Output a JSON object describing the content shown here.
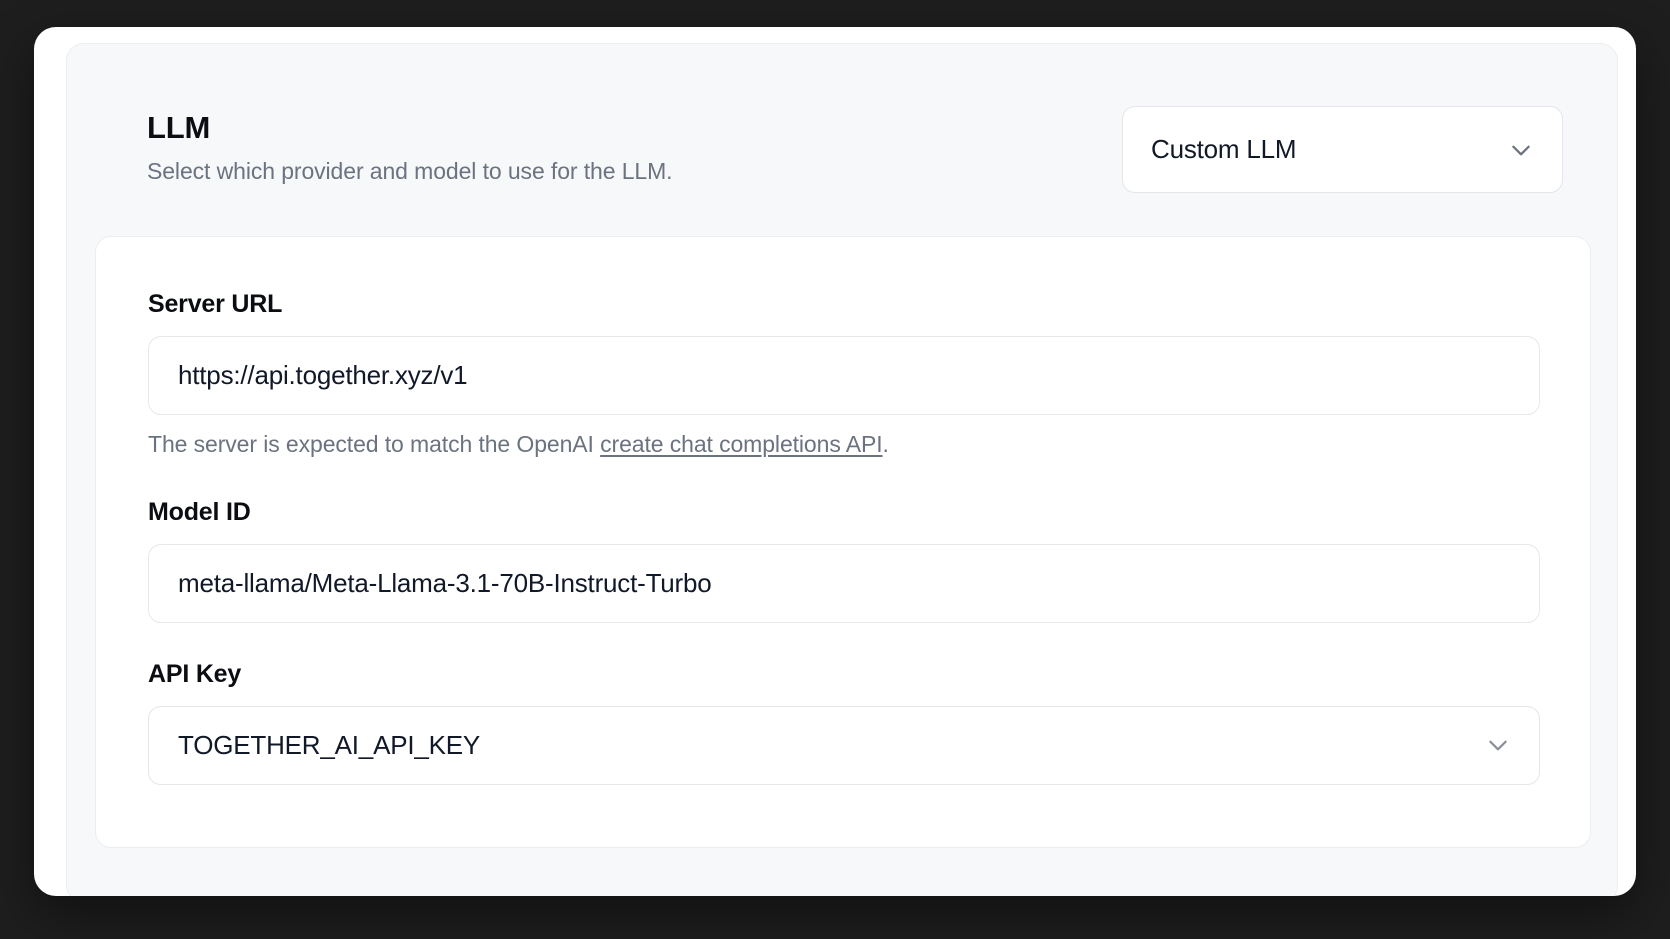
{
  "section": {
    "title": "LLM",
    "subtitle": "Select which provider and model to use for the LLM."
  },
  "provider": {
    "label": "Custom LLM",
    "selected": "Custom LLM",
    "chevron_icon": "chevron-down-icon"
  },
  "fields": {
    "server_url": {
      "label": "Server URL",
      "value": "https://api.together.xyz/v1",
      "help_prefix": "The server is expected to match the OpenAI ",
      "help_link": "create chat completions API",
      "help_suffix": "."
    },
    "model_id": {
      "label": "Model ID",
      "value": "meta-llama/Meta-Llama-3.1-70B-Instruct-Turbo"
    },
    "api_key": {
      "label": "API Key",
      "value": "TOGETHER_AI_API_KEY",
      "chevron_icon": "chevron-down-icon"
    }
  },
  "colors": {
    "page_background": "#1e1e1e",
    "modal_background": "#ffffff",
    "panel_background": "#f7f8fa",
    "text_primary": "#0b0d12",
    "text_secondary": "#6b7280",
    "border": "#e6e8ec"
  }
}
